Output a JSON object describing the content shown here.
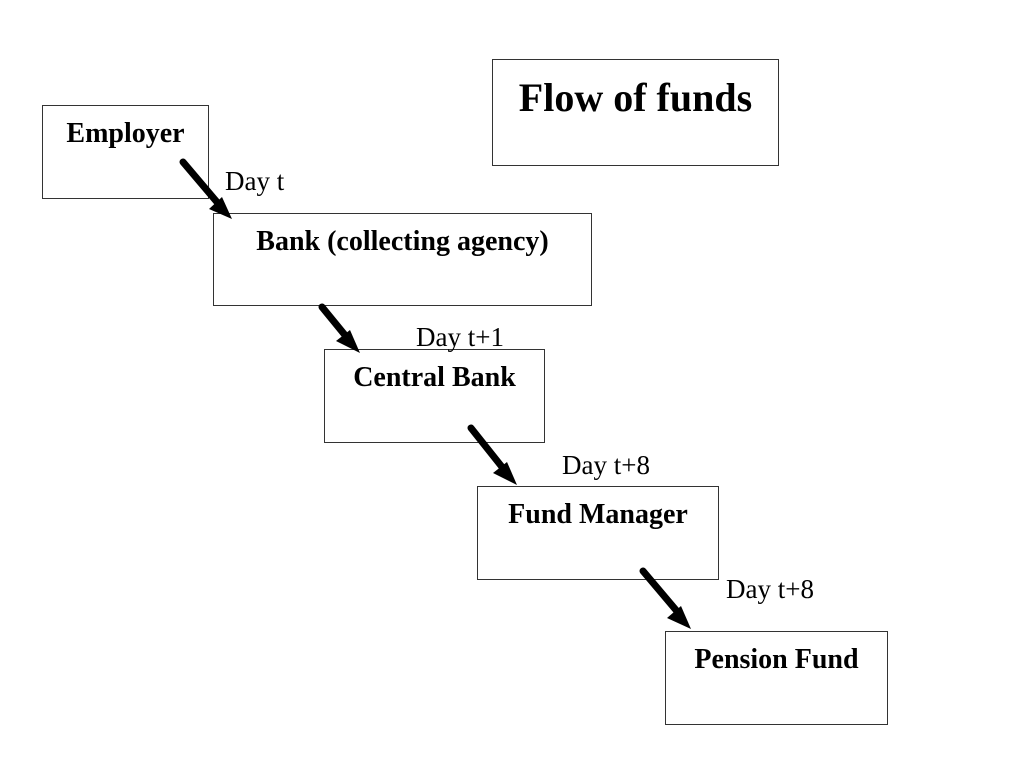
{
  "diagram": {
    "title": "Flow of funds",
    "nodes": {
      "employer": "Employer",
      "bank": "Bank (collecting agency)",
      "central_bank": "Central Bank",
      "fund_manager": "Fund Manager",
      "pension_fund": "Pension Fund"
    },
    "edges": [
      {
        "from": "Employer",
        "to": "Bank (collecting agency)",
        "label": "Day t"
      },
      {
        "from": "Bank (collecting agency)",
        "to": "Central Bank",
        "label": "Day t+1"
      },
      {
        "from": "Central Bank",
        "to": "Fund Manager",
        "label": "Day t+8"
      },
      {
        "from": "Fund Manager",
        "to": "Pension Fund",
        "label": "Day t+8"
      }
    ]
  }
}
